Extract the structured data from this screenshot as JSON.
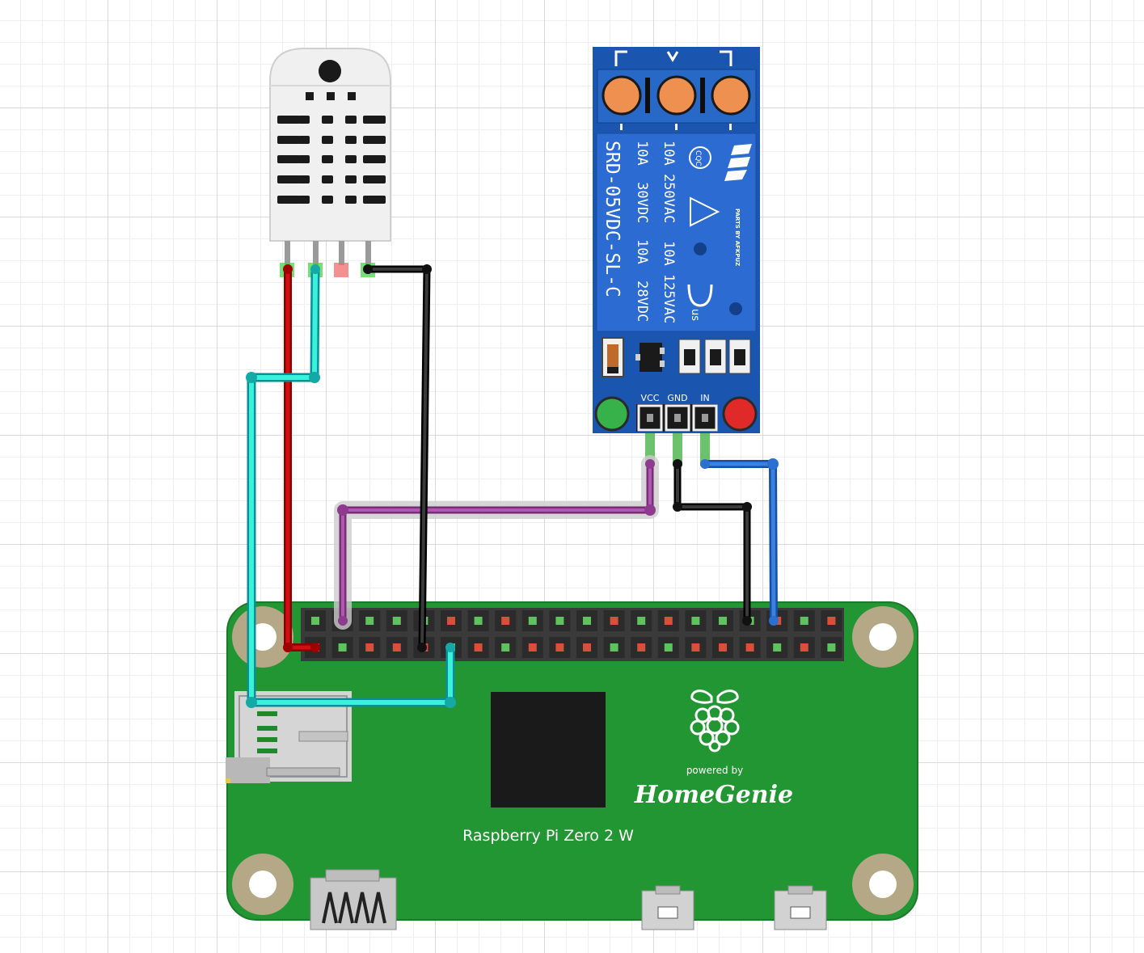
{
  "board": {
    "model": "Raspberry Pi Zero 2 W",
    "powered_by": "powered by",
    "brand": "HomeGenie",
    "color": "#229632"
  },
  "relay": {
    "model": "SRD-05VDC-SL-C",
    "rating_1": "10A 250VAC",
    "rating_2": "10A 125VAC",
    "rating_3": "10A  30VDC",
    "rating_4": "10A  28VDC",
    "maker": "PARTS BY AFKPUZ",
    "cert_cqc": "CQC",
    "cert_ul": "us",
    "pin_vcc": "VCC",
    "pin_gnd": "GND",
    "pin_in": "IN",
    "color": "#1a56b0"
  },
  "sensor": {
    "color": "#f0f0f0"
  },
  "wires": {
    "power_red": "#c00000",
    "data_cyan": "#1cd6c8",
    "ground_black": "#202020",
    "vcc_purple": "#9a3f9a",
    "signal_blue": "#2b6fd0"
  }
}
